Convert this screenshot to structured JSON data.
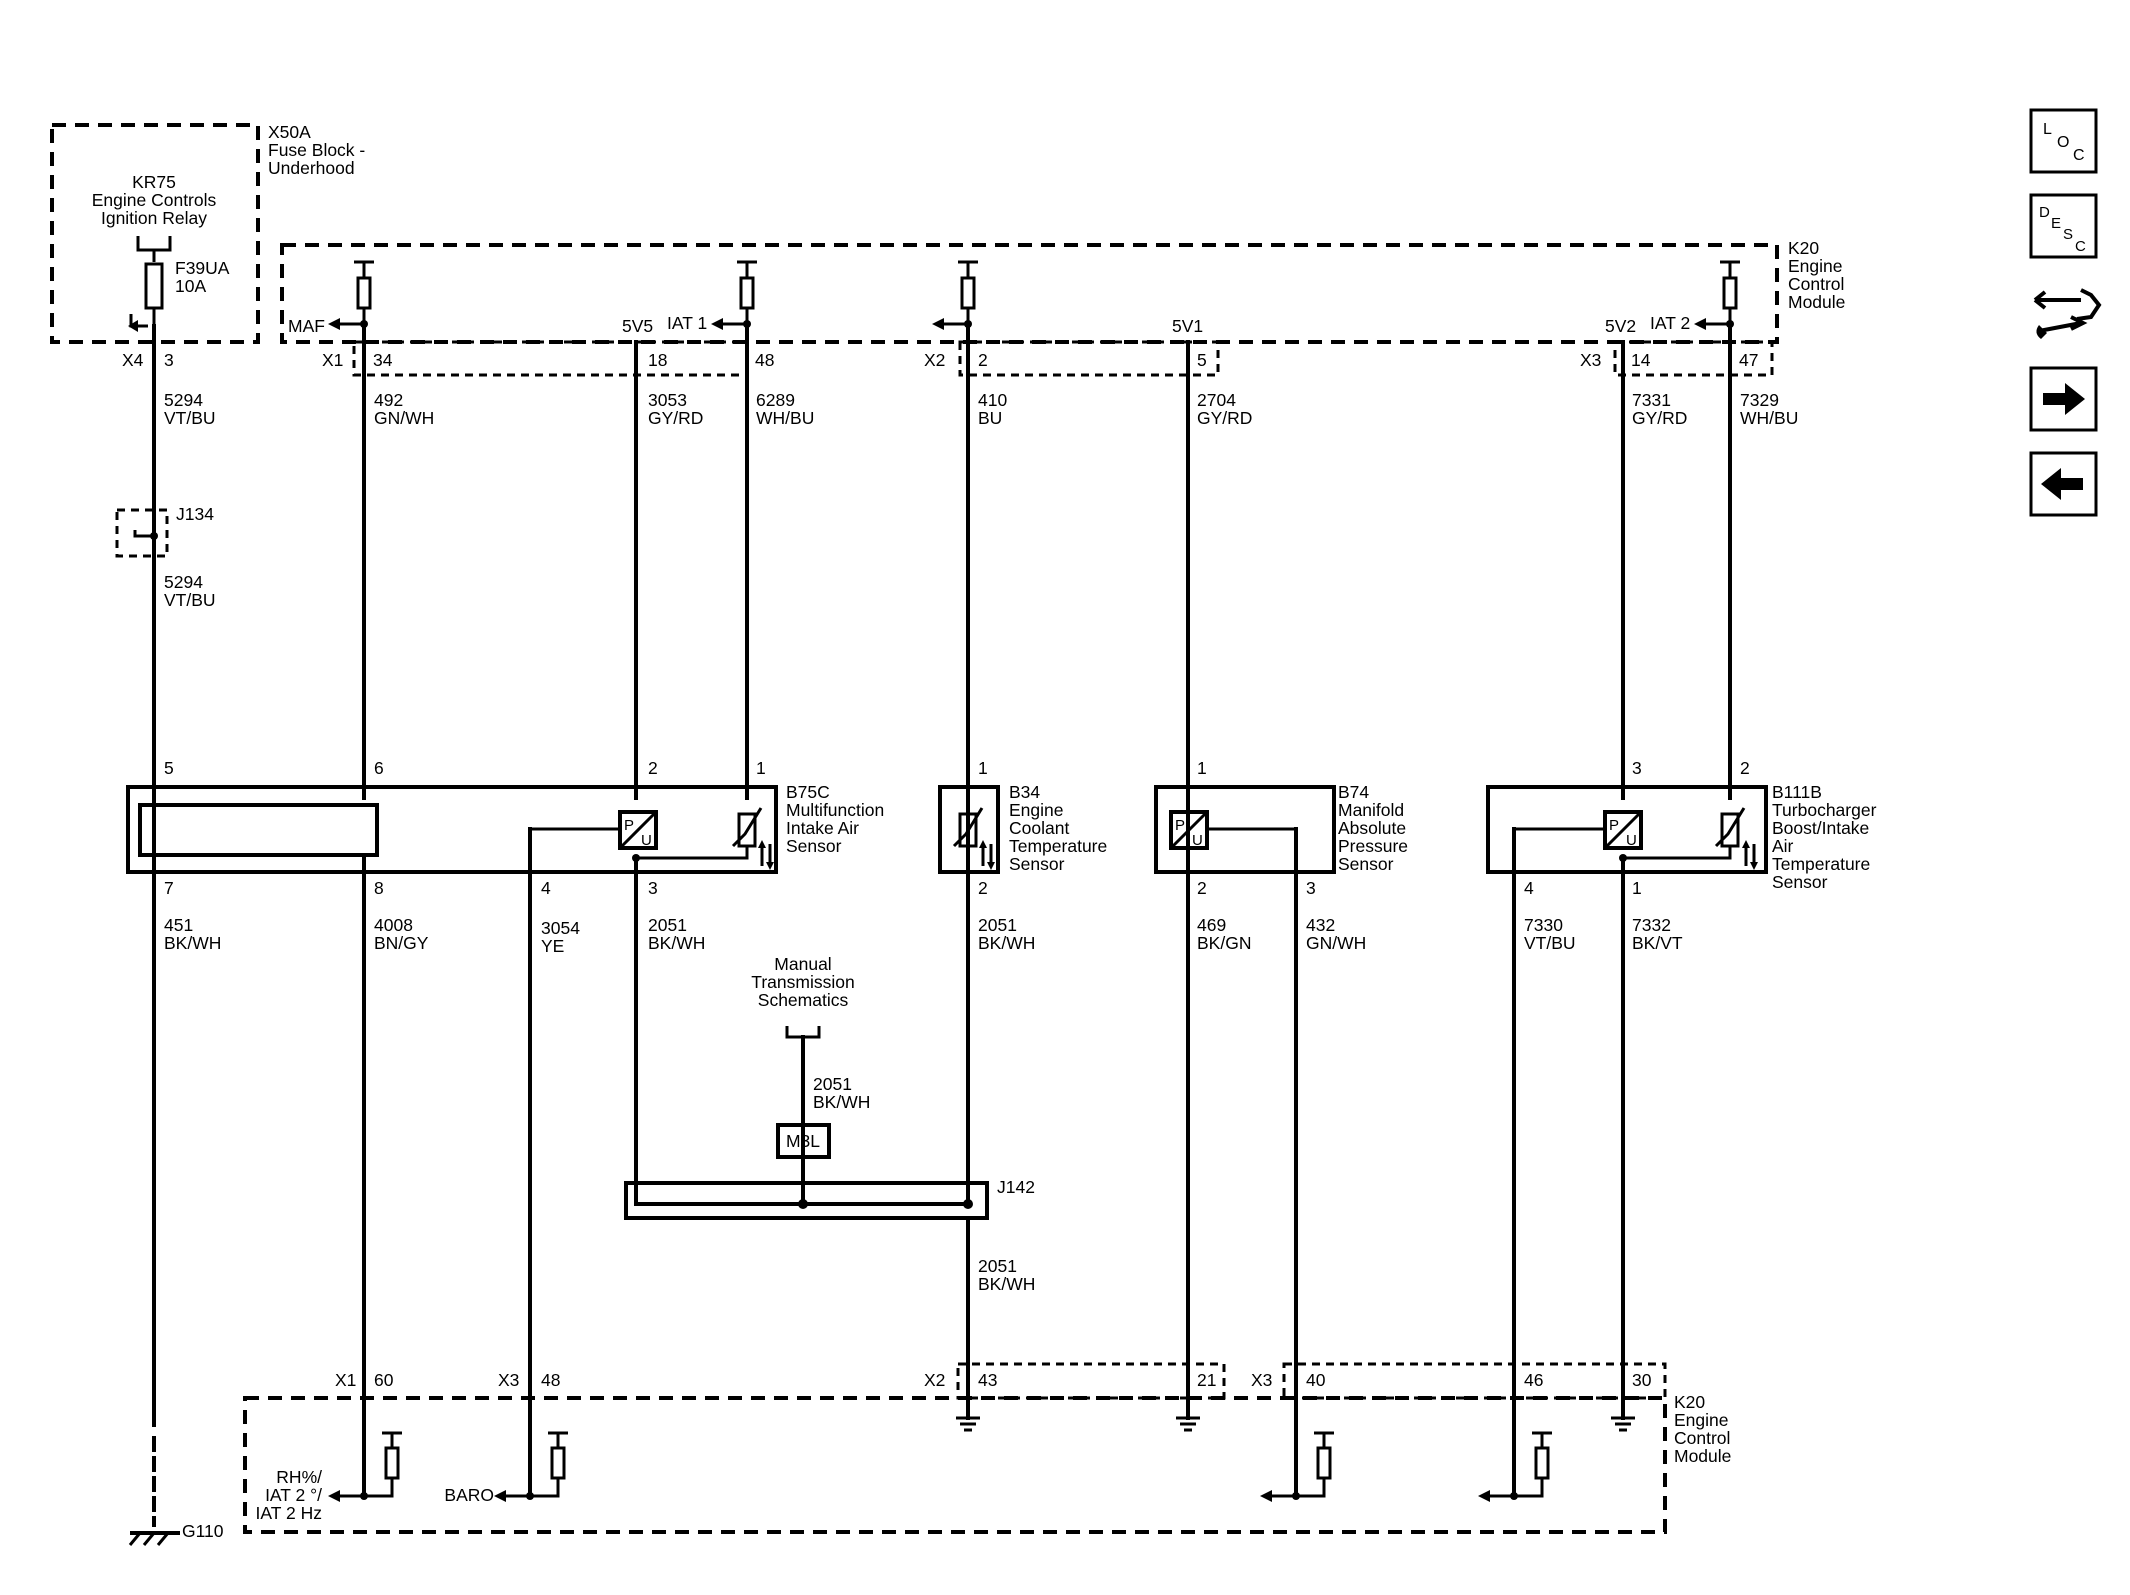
{
  "components": {
    "x50a": "X50A",
    "x50a_name": [
      "Fuse Block -",
      "Underhood"
    ],
    "kr75": [
      "KR75",
      "Engine Controls",
      "Ignition Relay"
    ],
    "fuse": [
      "F39UA",
      "10A"
    ],
    "k20_top": [
      "K20",
      "Engine",
      "Control",
      "Module"
    ],
    "k20_bottom": [
      "K20",
      "Engine",
      "Control",
      "Module"
    ],
    "j134": "J134",
    "j142": "J142",
    "m3l": "M3L",
    "manual_trans": [
      "Manual",
      "Transmission",
      "Schematics"
    ],
    "g110": "G110",
    "b75c": [
      "B75C",
      "Multifunction",
      "Intake Air",
      "Sensor"
    ],
    "b34": [
      "B34",
      "Engine",
      "Coolant",
      "Temperature",
      "Sensor"
    ],
    "b74": [
      "B74",
      "Manifold",
      "Absolute",
      "Pressure",
      "Sensor"
    ],
    "b111b": [
      "B111B",
      "Turbocharger",
      "Boost/Intake",
      "Air",
      "Temperature",
      "Sensor"
    ]
  },
  "signals": {
    "maf": "MAF",
    "iat1": "IAT 1",
    "iat2": "IAT 2",
    "v5v5": "5V5",
    "v5v1": "5V1",
    "v5v2": "5V2",
    "baro": "BARO",
    "rh": [
      "RH%/",
      "IAT 2 °/",
      "IAT 2 Hz"
    ]
  },
  "connectors_top": [
    {
      "name": "X4",
      "pin": "3"
    },
    {
      "name": "X1",
      "pin": "34"
    },
    {
      "name": "",
      "pin": "18"
    },
    {
      "name": "",
      "pin": "48"
    },
    {
      "name": "X2",
      "pin": "2"
    },
    {
      "name": "",
      "pin": "5"
    },
    {
      "name": "X3",
      "pin": "14"
    },
    {
      "name": "",
      "pin": "47"
    }
  ],
  "connectors_bottom": [
    {
      "name": "X1",
      "pin": "60"
    },
    {
      "name": "X3",
      "pin": "48"
    },
    {
      "name": "X2",
      "pin": "43"
    },
    {
      "name": "",
      "pin": "21"
    },
    {
      "name": "X3",
      "pin": "40"
    },
    {
      "name": "",
      "pin": "46"
    },
    {
      "name": "",
      "pin": "30"
    }
  ],
  "wires": [
    {
      "circuit": "5294",
      "color": "VT/BU"
    },
    {
      "circuit": "5294",
      "color": "VT/BU"
    },
    {
      "circuit": "492",
      "color": "GN/WH"
    },
    {
      "circuit": "3053",
      "color": "GY/RD"
    },
    {
      "circuit": "6289",
      "color": "WH/BU"
    },
    {
      "circuit": "410",
      "color": "BU"
    },
    {
      "circuit": "2704",
      "color": "GY/RD"
    },
    {
      "circuit": "7331",
      "color": "GY/RD"
    },
    {
      "circuit": "7329",
      "color": "WH/BU"
    },
    {
      "circuit": "451",
      "color": "BK/WH"
    },
    {
      "circuit": "4008",
      "color": "BN/GY"
    },
    {
      "circuit": "3054",
      "color": "YE"
    },
    {
      "circuit": "2051",
      "color": "BK/WH"
    },
    {
      "circuit": "2051",
      "color": "BK/WH"
    },
    {
      "circuit": "469",
      "color": "BK/GN"
    },
    {
      "circuit": "432",
      "color": "GN/WH"
    },
    {
      "circuit": "7330",
      "color": "VT/BU"
    },
    {
      "circuit": "7332",
      "color": "BK/VT"
    },
    {
      "circuit": "2051",
      "color": "BK/WH"
    },
    {
      "circuit": "2051",
      "color": "BK/WH"
    }
  ],
  "sensor_pins": {
    "b75c_top": [
      "5",
      "6",
      "2",
      "1"
    ],
    "b75c_bottom": [
      "7",
      "8",
      "4",
      "3"
    ],
    "b34_top": "1",
    "b34_bottom": "2",
    "b74_top": "1",
    "b74_bottom": [
      "2",
      "3"
    ],
    "b111b_top": [
      "3",
      "2"
    ],
    "b111b_bottom": [
      "4",
      "1"
    ]
  },
  "nav": {
    "loc": [
      "L",
      "O",
      "C"
    ],
    "desc": [
      "D",
      "E",
      "S",
      "C"
    ],
    "connector_icon": "connector-wrench-icon",
    "next_icon": "arrow-right-icon",
    "prev_icon": "arrow-left-icon"
  }
}
